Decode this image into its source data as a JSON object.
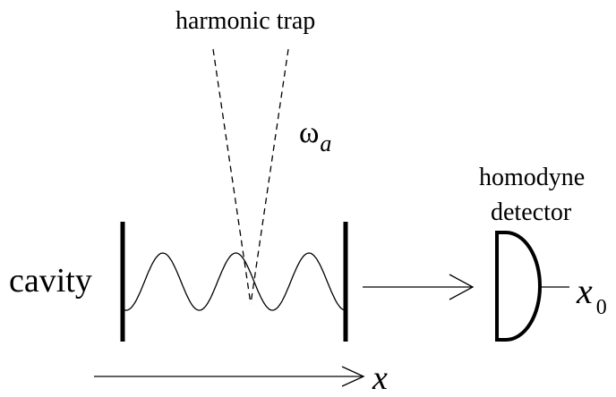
{
  "labels": {
    "harmonic_trap": "harmonic trap",
    "omega": "ω",
    "omega_subscript": "a",
    "detector_line1": "homodyne",
    "detector_line2": "detector",
    "cavity": "cavity",
    "x0": "x",
    "x0_subscript": "0",
    "x_axis": "x"
  },
  "colors": {
    "ink": "#000000",
    "background": "#ffffff"
  }
}
